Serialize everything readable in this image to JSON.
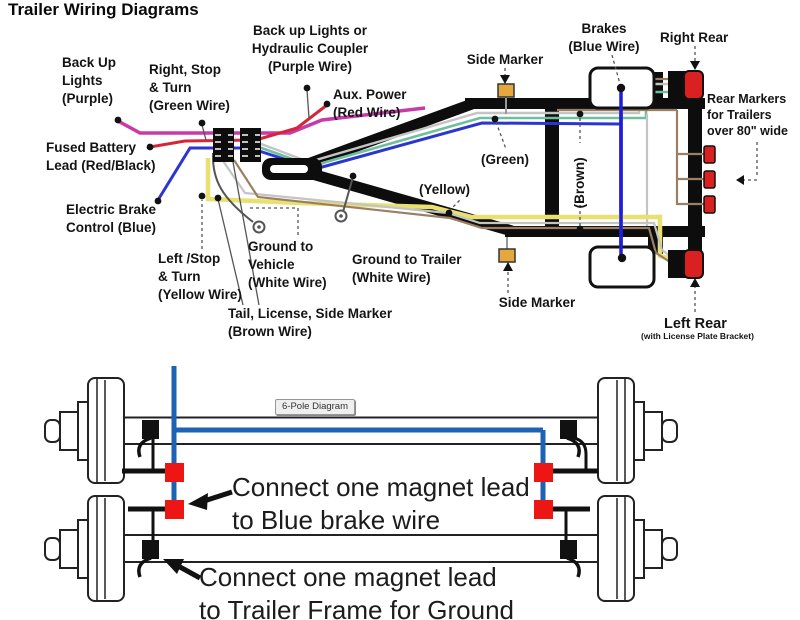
{
  "title": "Trailer Wiring Diagrams",
  "colors": {
    "purple_wire": "#c73ba8",
    "red_wire": "#d42638",
    "blue_wire": "#2b35cf",
    "brake_blue": "#1e1ed8",
    "green_wire": "#6fbf9f",
    "yellow_wire": "#e8e070",
    "brown_wire": "#9a7f63",
    "white_wire": "#c4c4c4",
    "marker_orange": "#e4a83e",
    "light_red": "#d92121",
    "magnet_blue": "#1d62b4",
    "junction_red": "#ee1515"
  },
  "top_diagram": {
    "labels": {
      "back_up_lights": "Back Up\nLights\n(Purple)",
      "right_stop_turn": "Right, Stop\n& Turn\n(Green Wire)",
      "backup_or_coupler": "Back up Lights or\nHydraulic Coupler\n(Purple Wire)",
      "aux_power": "Aux. Power\n(Red Wire)",
      "side_marker_top": "Side Marker",
      "brakes": "Brakes\n(Blue Wire)",
      "right_rear": "Right Rear",
      "rear_markers": "Rear Markers\nfor Trailers\nover 80\" wide",
      "fused_battery": "Fused Battery\nLead (Red/Black)",
      "electric_brake": "Electric Brake\nControl (Blue)",
      "left_stop_turn": "Left /Stop\n& Turn\n(Yellow Wire)",
      "ground_vehicle": "Ground to\nVehicle\n(White Wire)",
      "ground_trailer": "Ground to Trailer\n(White Wire)",
      "tail_license": "Tail, License, Side Marker\n(Brown Wire)",
      "green_inline": "(Green)",
      "yellow_inline": "(Yellow)",
      "brown_inline": "(Brown)",
      "side_marker_bottom": "Side Marker",
      "left_rear": "Left Rear",
      "left_rear_sub": "(with License Plate Bracket)"
    }
  },
  "bottom_diagram": {
    "tooltip": "6-Pole Diagram",
    "note_brake": "Connect one magnet lead\nto Blue brake wire",
    "note_ground": "Connect one magnet lead\nto Trailer Frame for Ground"
  }
}
